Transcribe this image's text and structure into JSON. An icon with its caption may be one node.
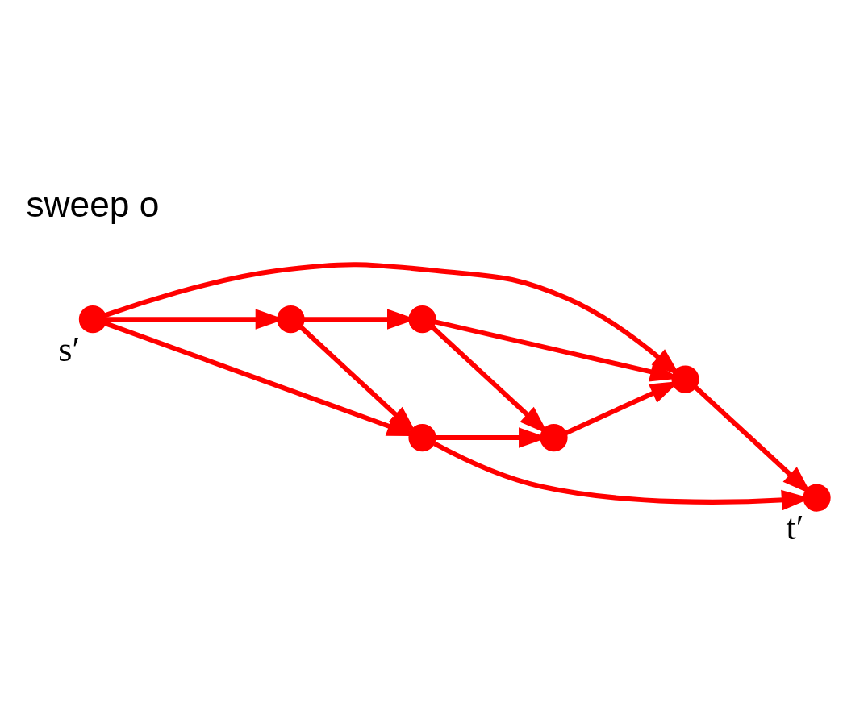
{
  "diagram": {
    "nodes": [
      {
        "text": [],
        "shape": "circle"
      },
      {
        "text": [],
        "shape": "circle",
        "beside": [
          "s′"
        ]
      },
      {
        "text": [],
        "shape": "circle"
      },
      {
        "text": [],
        "shape": "circle"
      },
      {
        "text": [],
        "shape": "circle"
      },
      {
        "text": [],
        "shape": "circle",
        "beside": [
          "t′"
        ]
      },
      {
        "text": [],
        "shape": "circle"
      }
    ],
    "edges": [
      {
        "from": 1,
        "to": 0,
        "arrow": "to"
      },
      {
        "from": 1,
        "to": 2,
        "arrow": "to"
      },
      {
        "from": 2,
        "to": 3,
        "arrow": "to"
      },
      {
        "from": 3,
        "to": 4,
        "arrow": "to"
      },
      {
        "from": 3,
        "to": 0,
        "arrow": "to"
      },
      {
        "from": 4,
        "to": 0,
        "arrow": "to"
      },
      {
        "from": 0,
        "to": 5,
        "arrow": "to"
      },
      {
        "from": 1,
        "to": 6,
        "arrow": "to"
      },
      {
        "from": 2,
        "to": 6,
        "arrow": "to"
      },
      {
        "from": 6,
        "to": 4,
        "arrow": "to"
      },
      {
        "from": 6,
        "to": 5,
        "arrow": "to"
      }
    ],
    "labels": [
      "sweep o"
    ]
  }
}
